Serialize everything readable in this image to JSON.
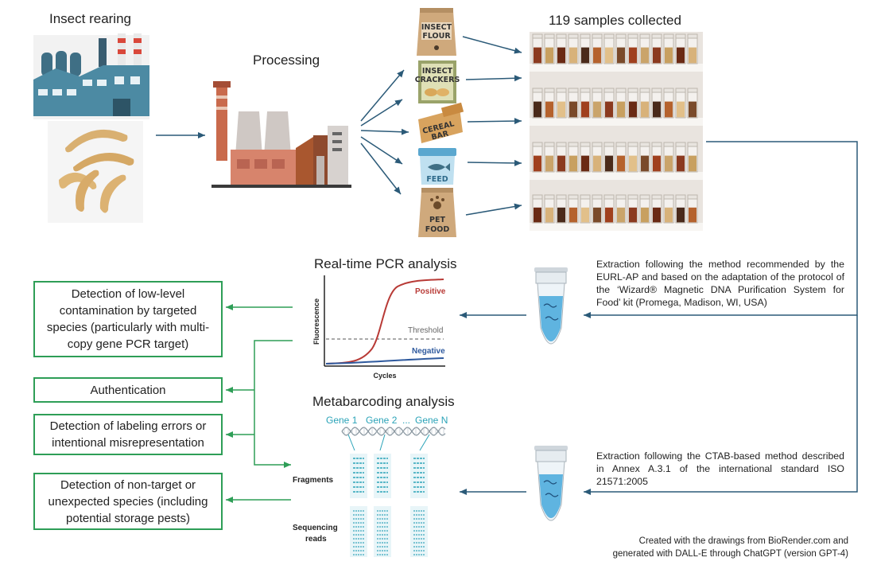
{
  "headings": {
    "insect_rearing": "Insect rearing",
    "processing": "Processing",
    "samples": "119 samples collected",
    "pcr": "Real-time PCR analysis",
    "metabarcoding": "Metabarcoding analysis"
  },
  "products": [
    {
      "line1": "INSECT",
      "line2": "FLOUR"
    },
    {
      "line1": "INSECT",
      "line2": "CRACKERS"
    },
    {
      "line1": "CEREAL",
      "line2": "BAR"
    },
    {
      "line1": "FEED",
      "line2": ""
    },
    {
      "line1": "PET",
      "line2": "FOOD"
    }
  ],
  "pcr_chart": {
    "positive": "Positive",
    "threshold": "Threshold",
    "negative": "Negative",
    "ylabel": "Fluorescence",
    "xlabel": "Cycles"
  },
  "metabarcoding": {
    "gene1": "Gene 1",
    "gene2": "Gene 2",
    "dots": "...",
    "geneN": "Gene N",
    "fragments": "Fragments",
    "reads_line1": "Sequencing",
    "reads_line2": "reads"
  },
  "outcomes": {
    "low_level": "Detection of low-level contamination by targeted species (particularly with multi-copy gene PCR target)",
    "authentication": "Authentication",
    "labeling": "Detection of labeling errors or intentional misrepresentation",
    "non_target": "Detection of non-target or unexpected species (including potential storage pests)"
  },
  "extraction": {
    "pcr": "Extraction following the method recommended by the EURL-AP and based on the adaptation of the protocol of the ‘Wizard® Magnetic DNA Purification System for Food’ kit (Promega, Madison, WI, USA)",
    "ctab": "Extraction following the CTAB-based method described in Annex A.3.1 of the international standard ISO 21571:2005"
  },
  "credit": {
    "line1": "Created with the drawings from BioRender.com and",
    "line2": "generated with DALL-E through ChatGPT (version GPT-4)"
  },
  "colors": {
    "arrow": "#2b5a78",
    "green": "#2e9e57",
    "positive": "#b83a36",
    "negative": "#2f5a9e",
    "tube": "#5fb4e0"
  }
}
